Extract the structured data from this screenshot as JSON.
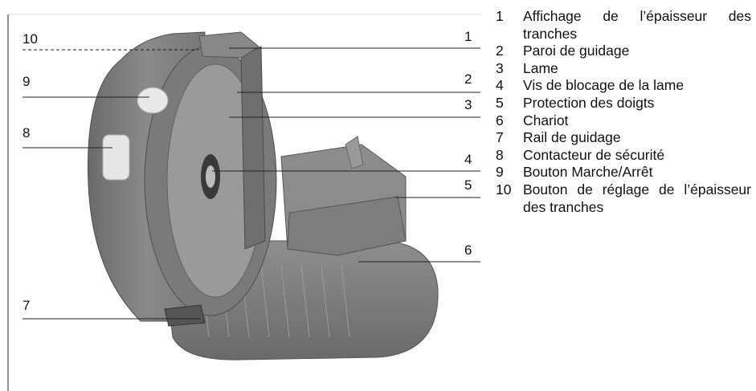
{
  "callouts": [
    "1",
    "2",
    "3",
    "4",
    "5",
    "6",
    "7",
    "8",
    "9",
    "10"
  ],
  "legend": [
    {
      "num": "1",
      "text": "Affichage de l’épaisseur des tranches"
    },
    {
      "num": "2",
      "text": "Paroi de guidage"
    },
    {
      "num": "3",
      "text": "Lame"
    },
    {
      "num": "4",
      "text": "Vis de blocage de la lame"
    },
    {
      "num": "5",
      "text": "Protection des doigts"
    },
    {
      "num": "6",
      "text": "Chariot"
    },
    {
      "num": "7",
      "text": "Rail de guidage"
    },
    {
      "num": "8",
      "text": "Contacteur de sécurité"
    },
    {
      "num": "9",
      "text": "Bouton Marche/Arrêt"
    },
    {
      "num": "10",
      "text": "Bouton de réglage de l’épaisseur des tranches"
    }
  ]
}
